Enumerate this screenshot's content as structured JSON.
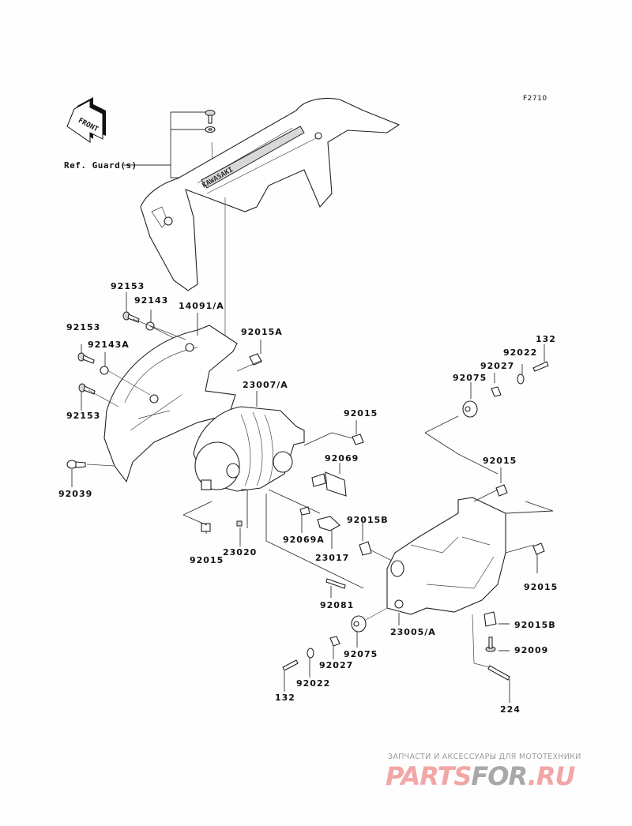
{
  "figure_code": "F2710",
  "front_indicator": {
    "text": "FRONT"
  },
  "reference": {
    "label": "Ref. Guard(s)"
  },
  "parts": [
    {
      "id": "p-92153-a",
      "number": "92153"
    },
    {
      "id": "p-92143",
      "number": "92143"
    },
    {
      "id": "p-14091a",
      "number": "14091/A"
    },
    {
      "id": "p-92153-b",
      "number": "92153"
    },
    {
      "id": "p-92143a",
      "number": "92143A"
    },
    {
      "id": "p-92015a",
      "number": "92015A"
    },
    {
      "id": "p-92153-c",
      "number": "92153"
    },
    {
      "id": "p-23007a",
      "number": "23007/A"
    },
    {
      "id": "p-92039",
      "number": "92039"
    },
    {
      "id": "p-92015-a",
      "number": "92015"
    },
    {
      "id": "p-92069",
      "number": "92069"
    },
    {
      "id": "p-92015-b",
      "number": "92015"
    },
    {
      "id": "p-23020",
      "number": "23020"
    },
    {
      "id": "p-92069a",
      "number": "92069A"
    },
    {
      "id": "p-23017",
      "number": "23017"
    },
    {
      "id": "p-92015b-a",
      "number": "92015B"
    },
    {
      "id": "p-92081",
      "number": "92081"
    },
    {
      "id": "p-23005a",
      "number": "23005/A"
    },
    {
      "id": "p-92075-a",
      "number": "92075"
    },
    {
      "id": "p-92027-a",
      "number": "92027"
    },
    {
      "id": "p-92022-a",
      "number": "92022"
    },
    {
      "id": "p-132-a",
      "number": "132"
    },
    {
      "id": "p-132-b",
      "number": "132"
    },
    {
      "id": "p-92022-b",
      "number": "92022"
    },
    {
      "id": "p-92027-b",
      "number": "92027"
    },
    {
      "id": "p-92075-b",
      "number": "92075"
    },
    {
      "id": "p-92015-c",
      "number": "92015"
    },
    {
      "id": "p-92015-d",
      "number": "92015"
    },
    {
      "id": "p-92015b-b",
      "number": "92015B"
    },
    {
      "id": "p-92009",
      "number": "92009"
    },
    {
      "id": "p-224",
      "number": "224"
    }
  ],
  "watermark": {
    "tagline": "ЗАПЧАСТИ И АКСЕССУАРЫ ДЛЯ МОТОТЕХНИКИ",
    "brand_part1": "PARTS",
    "brand_part2": "FOR",
    "brand_part3": ".RU",
    "colors": {
      "pink": "#f2a6a6",
      "gray": "#a8a8a8"
    }
  }
}
